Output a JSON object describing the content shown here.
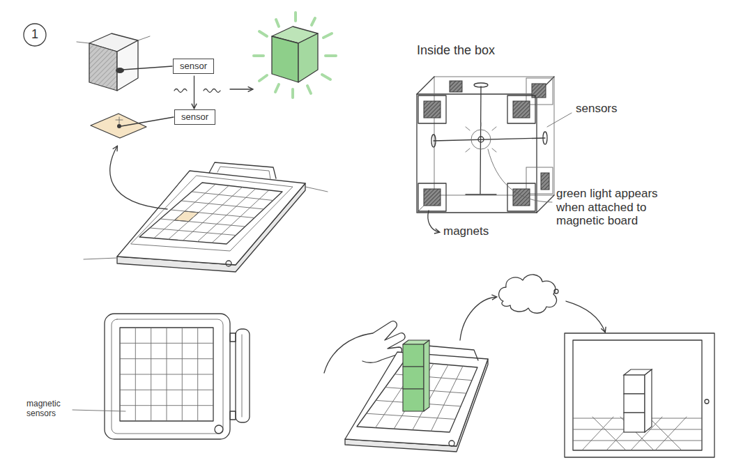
{
  "diagram": {
    "nodes": [
      {
        "text": [
          "sensor"
        ]
      },
      {
        "text": [
          "sensor"
        ]
      }
    ],
    "edges": [
      {
        "from": 0,
        "to": 1,
        "arrow": "to"
      }
    ],
    "labels": [
      "1",
      "Inside the box",
      "sensors",
      "green light appears when attached to magnetic board",
      "magnets",
      "magnetic sensors"
    ]
  }
}
